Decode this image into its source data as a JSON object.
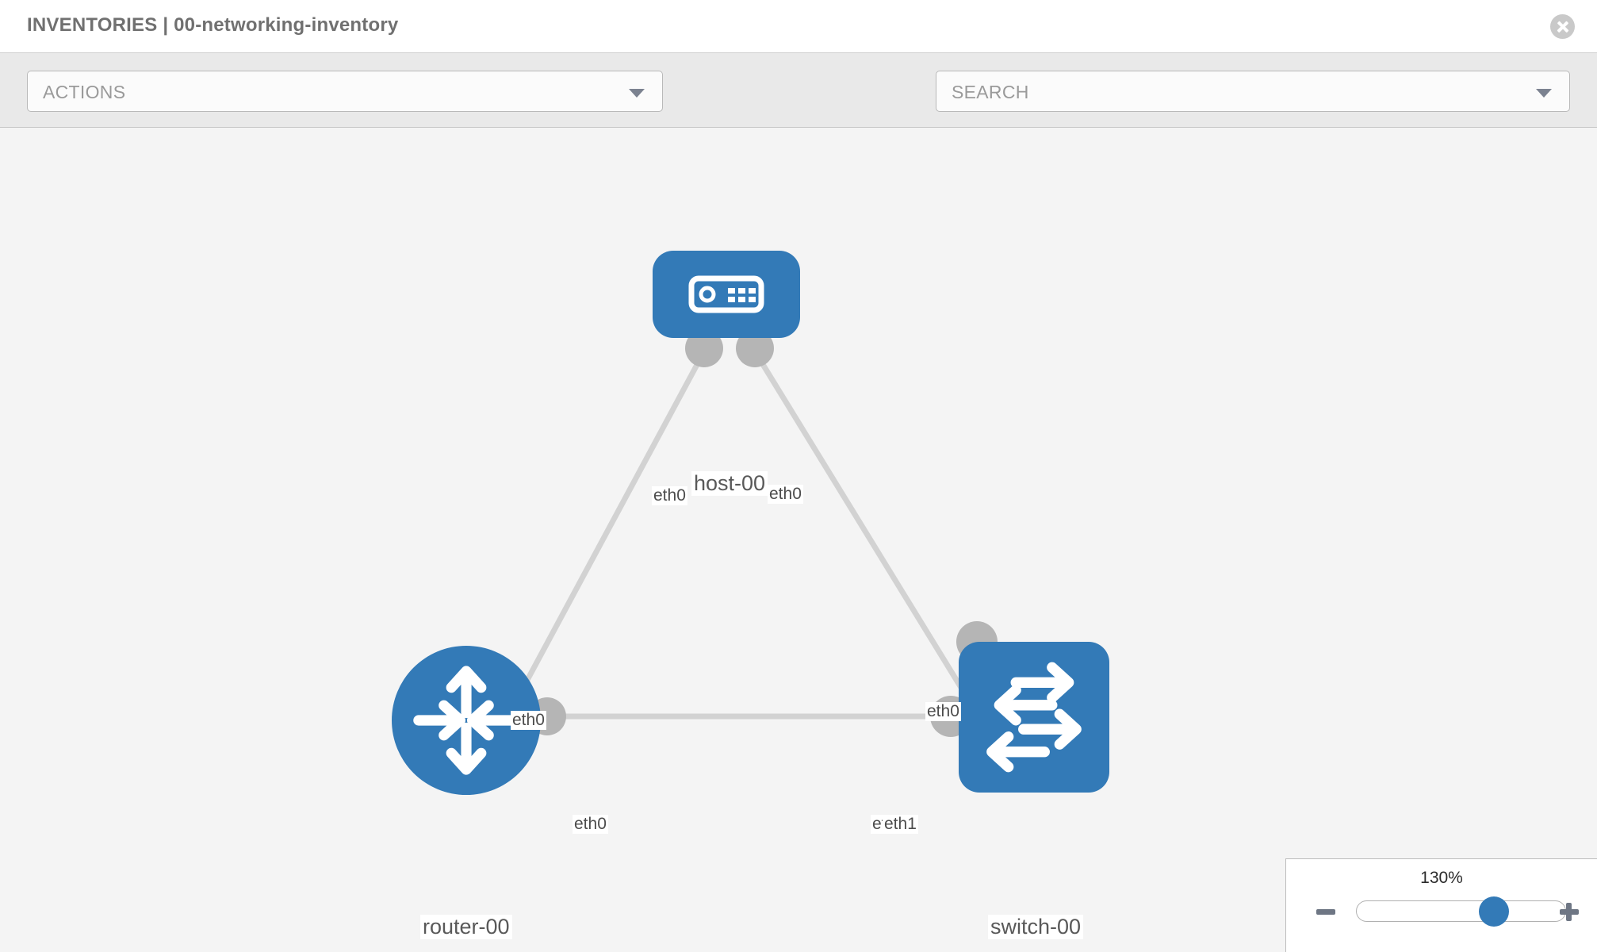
{
  "header": {
    "title": "INVENTORIES | 00-networking-inventory",
    "close_icon": "close-circle-icon"
  },
  "toolbar": {
    "actions_label": "ACTIONS",
    "actions_caret_icon": "chevron-down-icon",
    "wrench_icon": "wrench-icon",
    "key_icon": "key-icon",
    "search_placeholder": "SEARCH",
    "search_value": "",
    "search_caret_icon": "chevron-down-icon"
  },
  "topology": {
    "nodes": [
      {
        "id": "host-00",
        "label": "host-00",
        "type": "host",
        "icon": "server-icon",
        "shape": "rounded-rect",
        "color": "#337ab7"
      },
      {
        "id": "router-00",
        "label": "router-00",
        "type": "router",
        "icon": "router-arrows-icon",
        "shape": "circle",
        "color": "#337ab7"
      },
      {
        "id": "switch-00",
        "label": "switch-00",
        "type": "switch",
        "icon": "switch-arrows-icon",
        "shape": "rounded-rect",
        "color": "#337ab7"
      }
    ],
    "interface_labels": {
      "host_left": "eth0",
      "host_right": "eth0",
      "router_uplink": "eth0",
      "switch_uplink": "eth0",
      "router_right": "eth0",
      "switch_left_a": "eth0",
      "switch_left_b": "eth1"
    },
    "edge_color": "#d2d2d2",
    "endpoint_color": "#b5b5b5"
  },
  "zoom": {
    "level": "130%",
    "minus_label": "minus-icon",
    "plus_label": "plus-icon",
    "slider_percent": 68
  }
}
